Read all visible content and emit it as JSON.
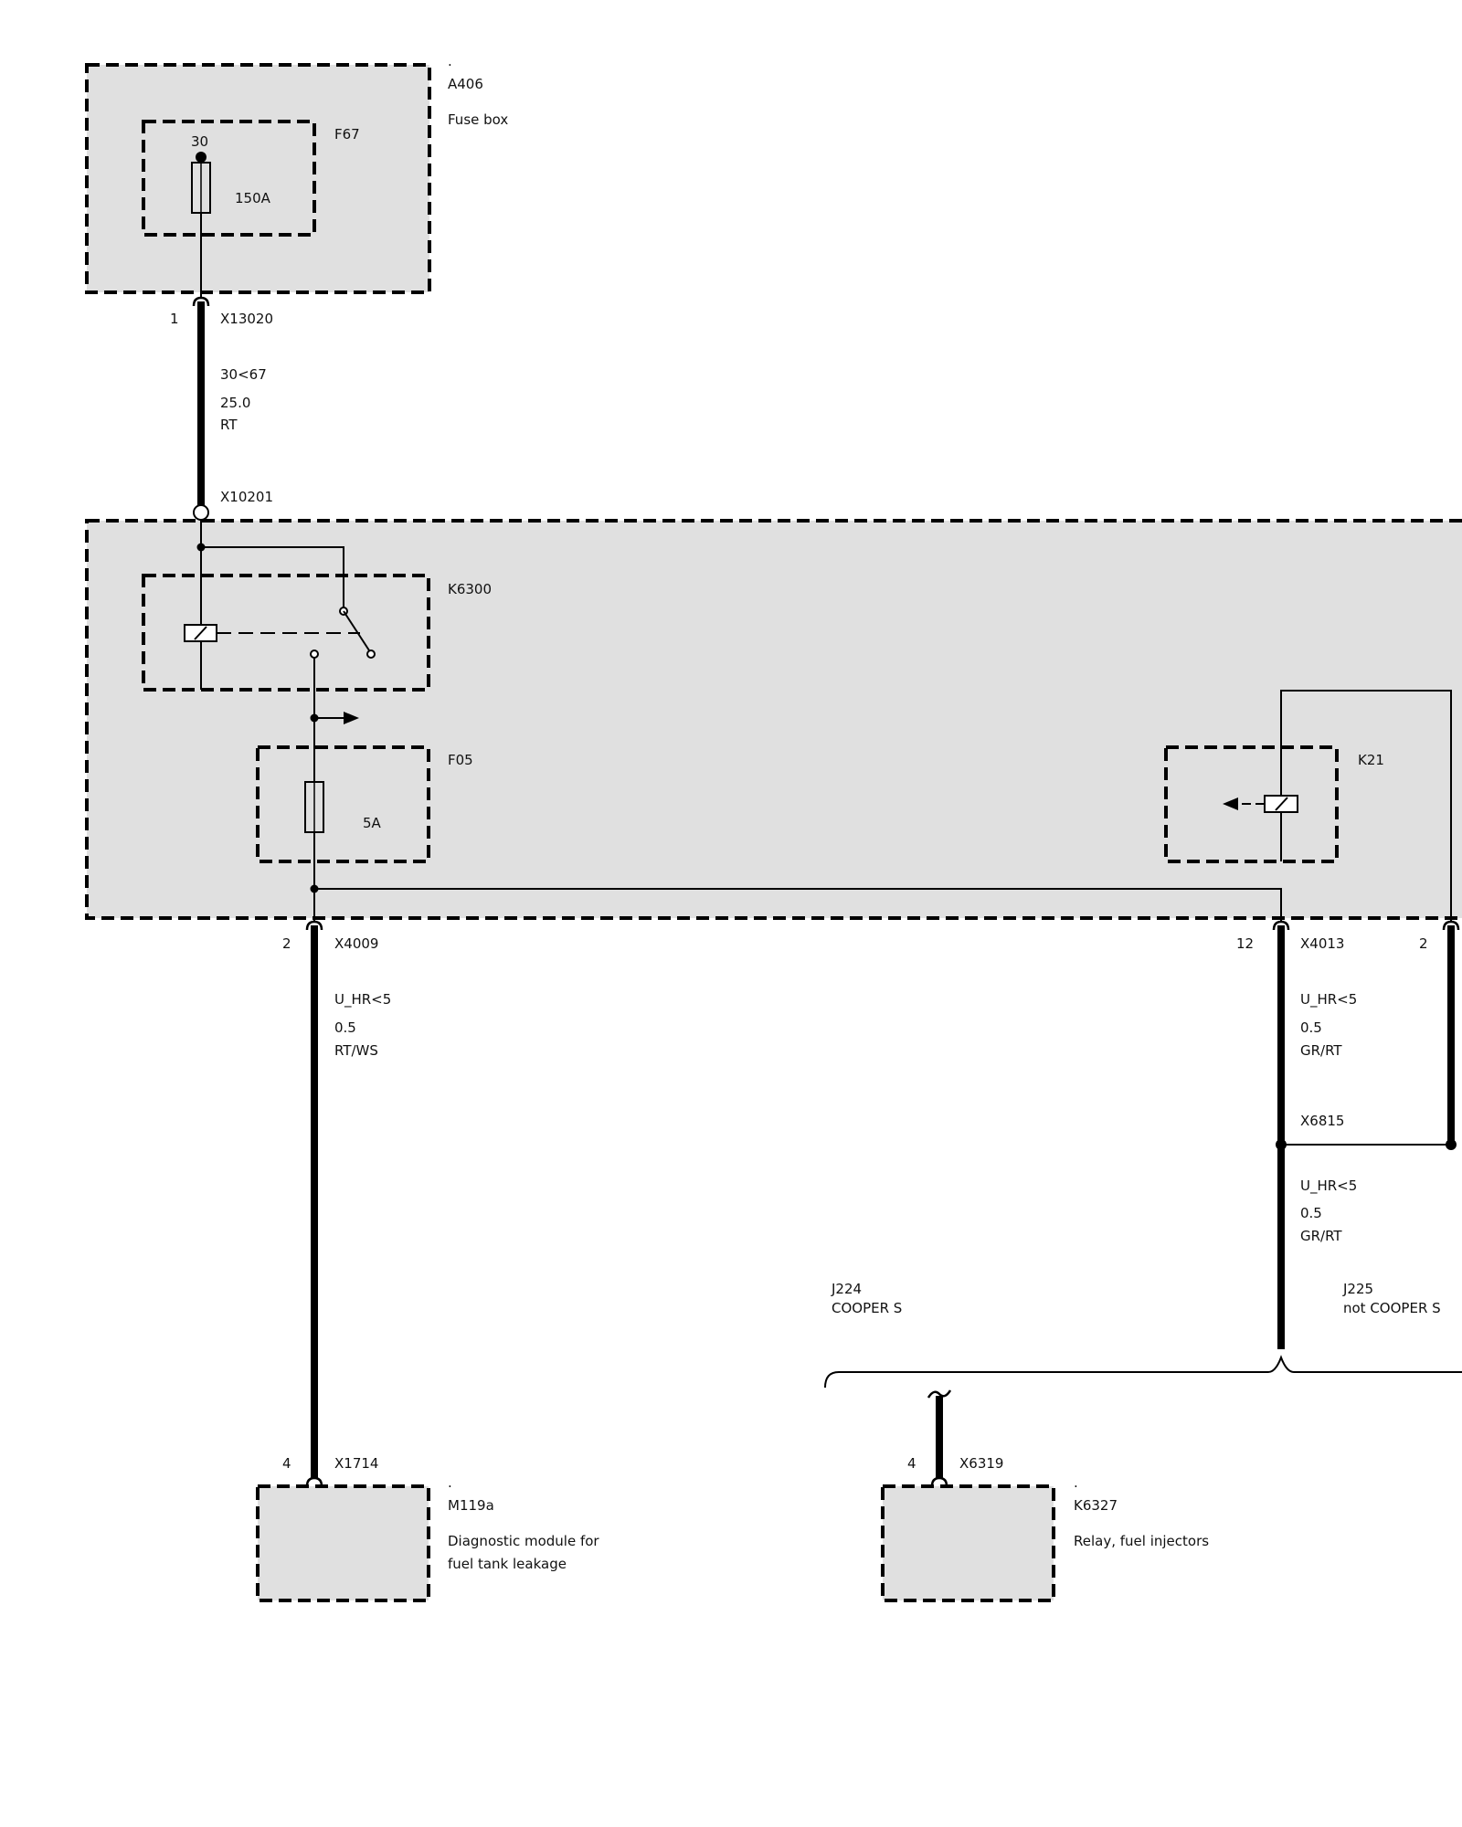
{
  "components": {
    "a406": {
      "dot": ".",
      "id": "A406",
      "desc": "Fuse box"
    },
    "f67": {
      "id": "F67",
      "terminal": "30",
      "rating": "150A"
    },
    "k6300": {
      "id": "K6300"
    },
    "f05": {
      "id": "F05",
      "rating": "5A"
    },
    "k21": {
      "id": "K21"
    },
    "m119a": {
      "dot": ".",
      "id": "M119a",
      "desc_line1": "Diagnostic module for",
      "desc_line2": "fuel tank leakage"
    },
    "k6327": {
      "dot": ".",
      "id": "K6327",
      "desc": "Relay, fuel injectors"
    }
  },
  "connectors": {
    "x13020": {
      "pin": "1",
      "id": "X13020"
    },
    "x10201": {
      "id": "X10201"
    },
    "x4009": {
      "pin": "2",
      "id": "X4009"
    },
    "x4013": {
      "pin": "12",
      "id": "X4013"
    },
    "right_edge": {
      "pin": "2"
    },
    "x6815": {
      "id": "X6815"
    },
    "x1714": {
      "pin": "4",
      "id": "X1714"
    },
    "x6319": {
      "pin": "4",
      "id": "X6319"
    }
  },
  "wires": {
    "main_feed": {
      "signal": "30<67",
      "gauge": "25.0",
      "color": "RT"
    },
    "to_m119a": {
      "signal": "U_HR<5",
      "gauge": "0.5",
      "color": "RT/WS"
    },
    "x4013_upper": {
      "signal": "U_HR<5",
      "gauge": "0.5",
      "color": "GR/RT"
    },
    "x6815_lower": {
      "signal": "U_HR<5",
      "gauge": "0.5",
      "color": "GR/RT"
    }
  },
  "variants": {
    "j224": {
      "id": "J224",
      "label": "COOPER S"
    },
    "j225": {
      "id": "J225",
      "label": "not COOPER S"
    }
  }
}
